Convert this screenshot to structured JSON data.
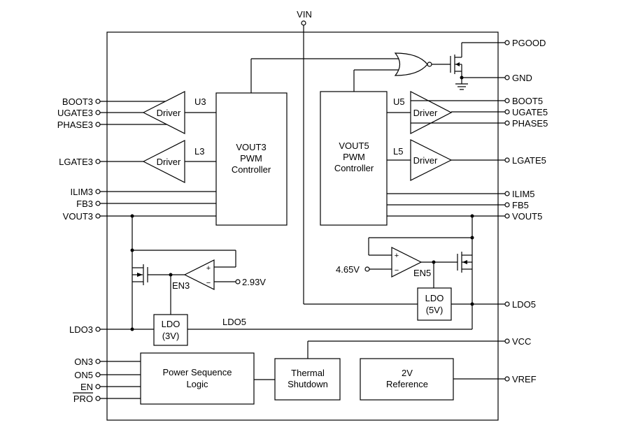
{
  "pins_left": {
    "boot3": "BOOT3",
    "ugate3": "UGATE3",
    "phase3": "PHASE3",
    "lgate3": "LGATE3",
    "ilim3": "ILIM3",
    "fb3": "FB3",
    "vout3": "VOUT3",
    "ldo3": "LDO3",
    "on3": "ON3",
    "on5": "ON5",
    "en": "EN",
    "pro": "PRO"
  },
  "pins_right": {
    "pgood": "PGOOD",
    "gnd": "GND",
    "boot5": "BOOT5",
    "ugate5": "UGATE5",
    "phase5": "PHASE5",
    "lgate5": "LGATE5",
    "ilim5": "ILIM5",
    "fb5": "FB5",
    "vout5": "VOUT5",
    "ldo5": "LDO5",
    "vcc": "VCC",
    "vref": "VREF"
  },
  "pin_top": {
    "vin": "VIN"
  },
  "blocks": {
    "vout3_ctrl": [
      "VOUT3",
      "PWM",
      "Controller"
    ],
    "vout5_ctrl": [
      "VOUT5",
      "PWM",
      "Controller"
    ],
    "driver": "Driver",
    "ldo3": [
      "LDO",
      "(3V)"
    ],
    "ldo5": [
      "LDO",
      "(5V)"
    ],
    "power_seq": [
      "Power Sequence",
      "Logic"
    ],
    "thermal": [
      "Thermal",
      "Shutdown"
    ],
    "reference": [
      "2V",
      "Reference"
    ]
  },
  "labels": {
    "u3": "U3",
    "l3": "L3",
    "u5": "U5",
    "l5": "L5",
    "en3": "EN3",
    "en5": "EN5",
    "ldo5_net": "LDO5",
    "v293": "2.93V",
    "v465": "4.65V",
    "plus": "+",
    "minus": "−"
  }
}
